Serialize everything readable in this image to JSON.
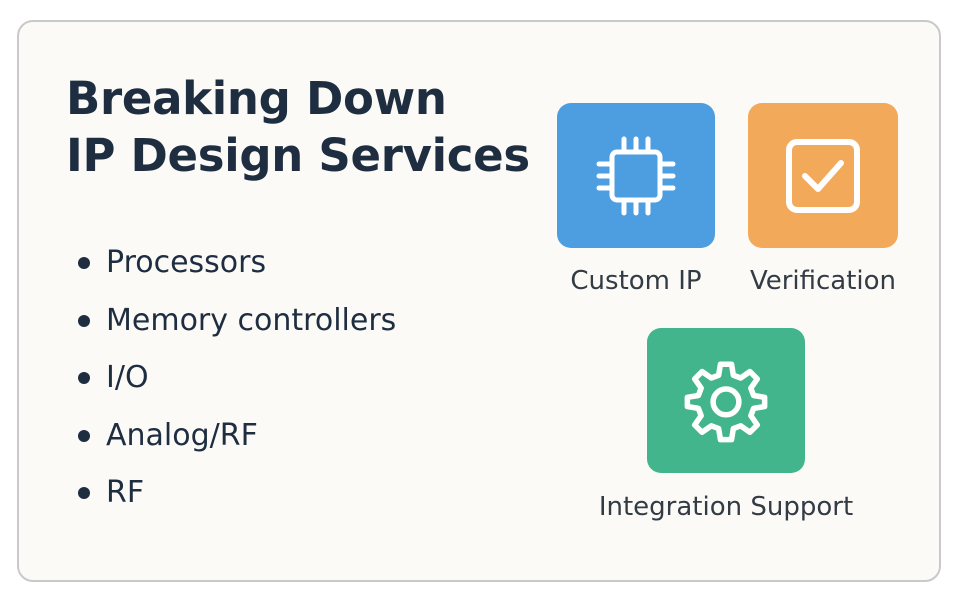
{
  "title": {
    "line1": "Breaking Down",
    "line2": "IP Design Services"
  },
  "bullets": [
    "Processors",
    "Memory controllers",
    "I/O",
    "Analog/RF",
    "RF"
  ],
  "services": {
    "custom_ip": {
      "label": "Custom IP",
      "icon": "chip-icon",
      "color": "#4d9ee0"
    },
    "verification": {
      "label": "Verification",
      "icon": "checkbox-icon",
      "color": "#f2a95a"
    },
    "integration": {
      "label": "Integration Support",
      "icon": "gear-icon",
      "color": "#42b58c"
    }
  },
  "colors": {
    "card_background": "#fbfaf7",
    "card_border": "#c9c9c9",
    "text": "#1e2e40"
  }
}
